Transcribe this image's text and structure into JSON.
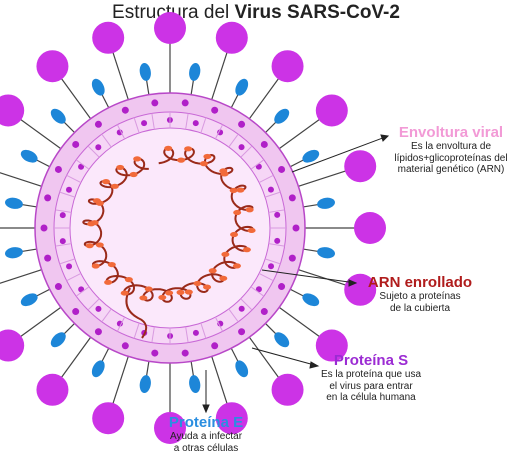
{
  "title": {
    "prefix": "Estructura del ",
    "bold": "Virus SARS-CoV-2"
  },
  "labels": {
    "envoltura": {
      "title": "Envoltura viral",
      "lines": [
        "Es la envoltura de",
        "lípidos+glicoproteínas del",
        "material genético (ARN)"
      ]
    },
    "arn": {
      "title": "ARN enrollado",
      "lines": [
        "Sujeto a proteínas",
        "de la cubierta"
      ]
    },
    "proteina_s": {
      "title": "Proteína S",
      "lines": [
        "Es la proteína que usa",
        "el virus para entrar",
        "en la célula humana"
      ]
    },
    "proteina_e": {
      "title": "Proteína E",
      "lines": [
        "Ayuda a infectar",
        "a otras células"
      ]
    }
  },
  "colors": {
    "envoltura_title": "#f29ad6",
    "arn_title": "#b01c1c",
    "proteina_s_title": "#9b2bd3",
    "proteina_e_title": "#2a8ee0",
    "spike_head": "#cc33e6",
    "e_protein": "#1d86d8",
    "membrane": "#f0c6f0",
    "inner": "#fbe8fb",
    "rna": "#9a2a1a",
    "rna_beads": "#f26a3a",
    "dots": "#b020c8"
  }
}
